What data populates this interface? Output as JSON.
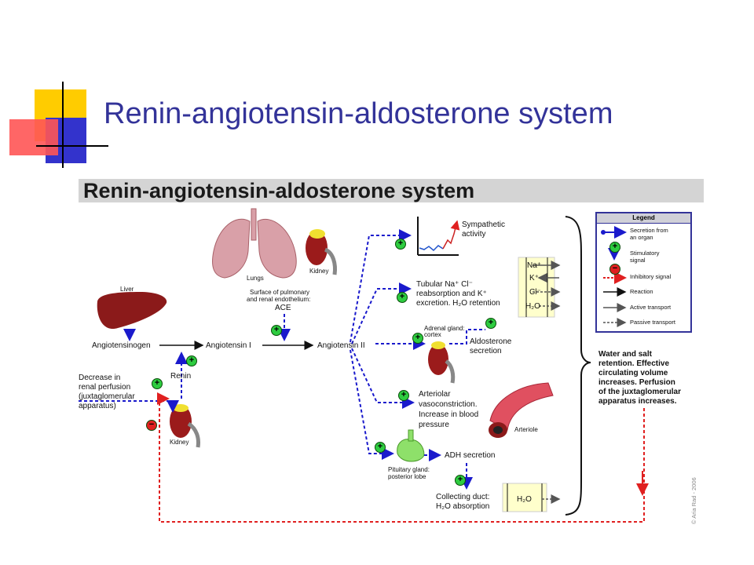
{
  "slide": {
    "title": "Renin-angiotensin-aldosterone system",
    "banner_title": "Renin-angiotensin-aldosterone system"
  },
  "organs": {
    "lungs": "Lungs",
    "kidney_top": "Kidney",
    "liver": "Liver",
    "kidney_bottom": "Kidney",
    "arteriole": "Arteriole"
  },
  "labels": {
    "surface_line1": "Surface of pulmonary",
    "surface_line2": "and renal endothelium:",
    "ace": "ACE",
    "angiotensinogen": "Angiotensinogen",
    "angiotensin_i": "Angiotensin I",
    "angiotensin_ii": "Angiotensin II",
    "renin": "Renin",
    "decrease_line1": "Decrease in",
    "decrease_line2": "renal perfusion",
    "decrease_line3": "(juxtaglomerular",
    "decrease_line4": "apparatus)",
    "sympathetic_line1": "Sympathetic",
    "sympathetic_line2": "activity",
    "tubular_line1": "Tubular Na⁺ Cl⁻",
    "tubular_line2": "reabsorption and K⁺",
    "tubular_line3": "excretion. H₂O retention",
    "adrenal_line1": "Adrenal gland:",
    "adrenal_line2": "cortex",
    "aldosterone_line1": "Aldosterone",
    "aldosterone_line2": "secretion",
    "arteriolar_line1": "Arteriolar",
    "arteriolar_line2": "vasoconstriction.",
    "arteriolar_line3": "Increase in blood",
    "arteriolar_line4": "pressure",
    "pituitary_line1": "Pituitary gland:",
    "pituitary_line2": "posterior lobe",
    "adh": "ADH secretion",
    "collecting_line1": "Collecting duct:",
    "collecting_line2": "H₂O absorption",
    "water_line1": "Water and salt",
    "water_line2": "retention. Effective",
    "water_line3": "circulating volume",
    "water_line4": "increases. Perfusion",
    "water_line5": "of the juxtaglomerular",
    "water_line6": "apparatus increases."
  },
  "ions": {
    "na": "Na⁺",
    "k": "K⁺",
    "cl": "Cl⁻",
    "h2o": "H₂O",
    "h2o_collecting": "H₂O"
  },
  "signs": {
    "plus": "+",
    "minus": "−"
  },
  "legend": {
    "title": "Legend",
    "secretion_line1": "Secretion from",
    "secretion_line2": "an organ",
    "stimulatory_line1": "Stimulatory",
    "stimulatory_line2": "signal",
    "inhibitory": "Inhibitory signal",
    "reaction": "Reaction",
    "active": "Active transport",
    "passive": "Passive transport"
  },
  "copyright": "© Aria Rad - 2006",
  "colors": {
    "title_blue": "#333399",
    "secretion_blue": "#1a1acc",
    "stimulatory_green": "#2ecc40",
    "inhibitory_red": "#e02020",
    "organ_red": "#8b1a1a"
  }
}
